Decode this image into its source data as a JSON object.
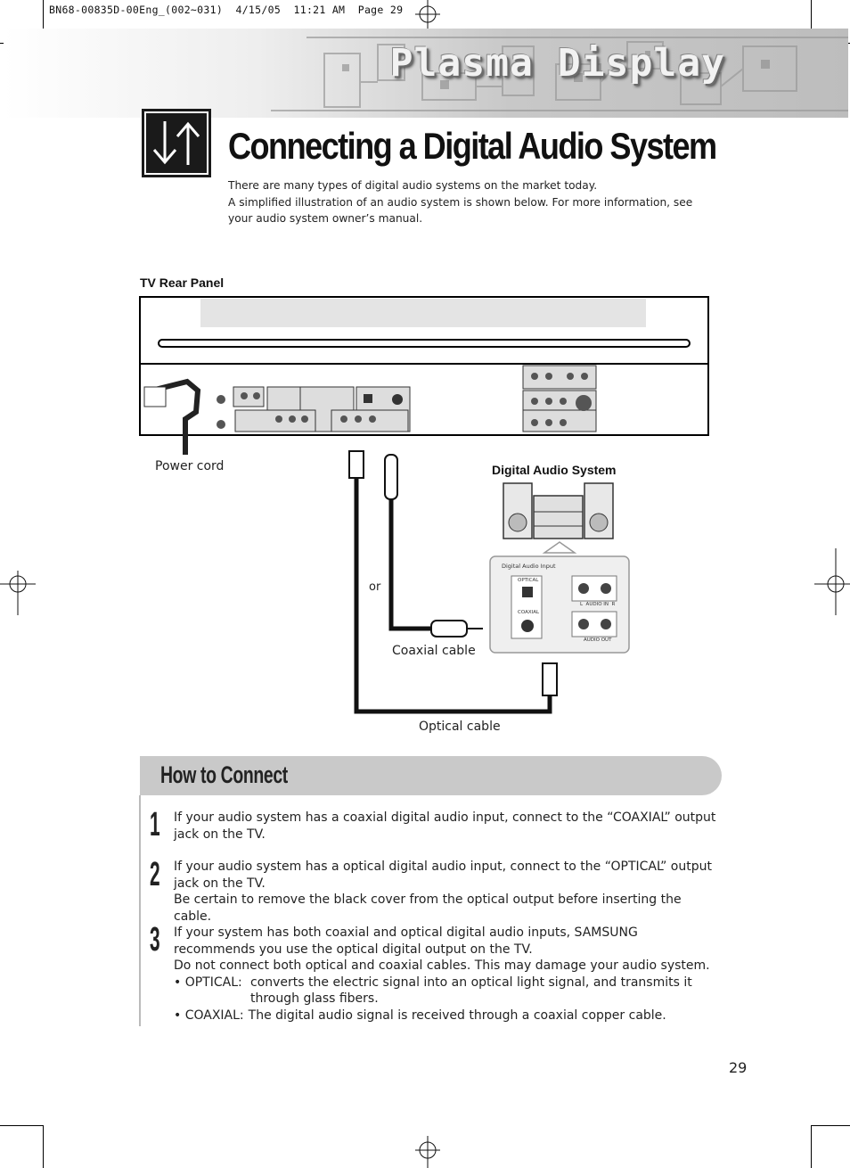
{
  "print_info": "BN68-00835D-00Eng_(002~031)  4/15/05  11:21 AM  Page 29",
  "banner_title": "Plasma Display",
  "page_title": "Connecting a Digital Audio System",
  "intro": [
    "There are many types of digital audio systems on the market today.",
    "A simplified illustration of an audio system is shown below. For more information, see your audio system owner’s manual."
  ],
  "diagram": {
    "tv_rear_panel_label": "TV Rear Panel",
    "power_cord_label": "Power cord",
    "digital_audio_system_label": "Digital Audio System",
    "digital_audio_input_label": "Digital Audio Input",
    "optical_jack_label": "OPTICAL",
    "coaxial_jack_label": "COAXIAL",
    "audio_in_label": "L  AUDIO IN  R",
    "audio_out_label": "AUDIO OUT",
    "or_label": "or",
    "coaxial_cable_label": "Coaxial cable",
    "optical_cable_label": "Optical cable"
  },
  "how_to_connect": {
    "title": "How to Connect",
    "steps": [
      {
        "number": "1",
        "lines": [
          "If your audio system has a coaxial digital audio input, connect to the “COAXIAL” output jack on the TV."
        ]
      },
      {
        "number": "2",
        "lines": [
          "If your audio system has a optical digital audio input, connect to the “OPTICAL” output jack on the TV.",
          "Be certain to remove the black cover from the optical output before inserting the cable."
        ]
      },
      {
        "number": "3",
        "lines": [
          "If your system has both coaxial and optical digital audio inputs, SAMSUNG recommends you use the optical digital output on the TV.",
          "Do not connect both optical and coaxial cables. This may damage your audio system."
        ],
        "bullets": [
          {
            "key": "• OPTICAL:",
            "text": "converts the electric signal into an optical light signal, and transmits it through glass fibers."
          },
          {
            "key": "• COAXIAL:",
            "text": "The digital audio signal is received through a coaxial copper cable."
          }
        ]
      }
    ]
  },
  "page_number": "29"
}
